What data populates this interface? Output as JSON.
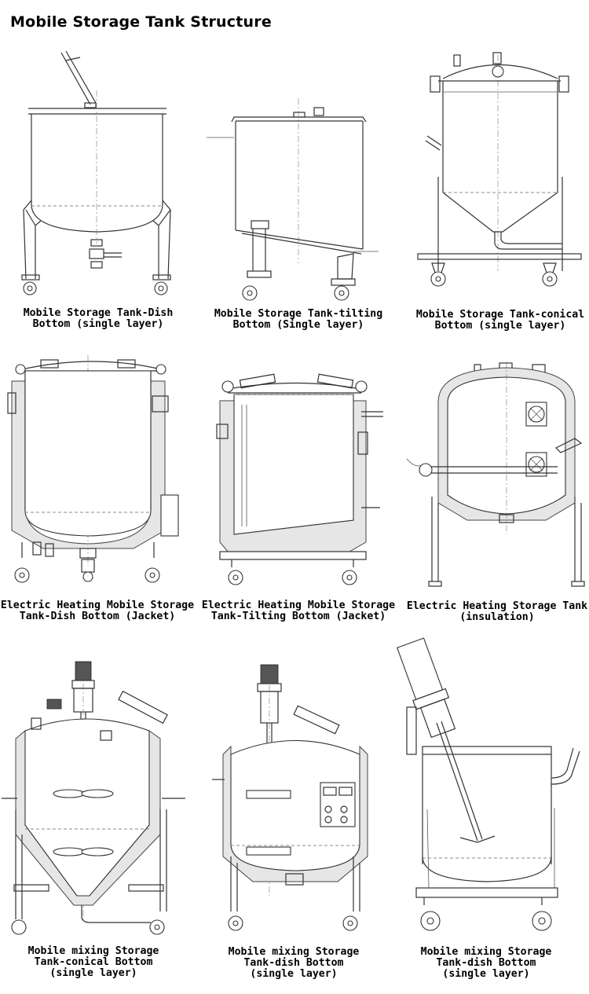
{
  "page": {
    "title": "Mobile Storage Tank Structure"
  },
  "tanks": [
    {
      "line1": "Mobile Storage Tank-Dish",
      "line2": "Bottom (single layer)",
      "line3": ""
    },
    {
      "line1": "Mobile Storage Tank-tilting",
      "line2": "Bottom (Single layer)",
      "line3": ""
    },
    {
      "line1": "Mobile Storage Tank-conical",
      "line2": "Bottom (single layer)",
      "line3": ""
    },
    {
      "line1": "Electric Heating Mobile Storage",
      "line2": "Tank-Dish Bottom (Jacket)",
      "line3": ""
    },
    {
      "line1": "Electric Heating Mobile Storage",
      "line2": "Tank-Tilting Bottom (Jacket)",
      "line3": ""
    },
    {
      "line1": "Electric Heating Storage Tank",
      "line2": "(insulation)",
      "line3": ""
    },
    {
      "line1": "Mobile mixing Storage",
      "line2": "Tank-conical Bottom",
      "line3": "(single layer)"
    },
    {
      "line1": "Mobile mixing Storage",
      "line2": "Tank-dish Bottom",
      "line3": "(single layer)"
    },
    {
      "line1": "Mobile mixing Storage",
      "line2": "Tank-dish Bottom",
      "line3": "(single layer)"
    }
  ]
}
